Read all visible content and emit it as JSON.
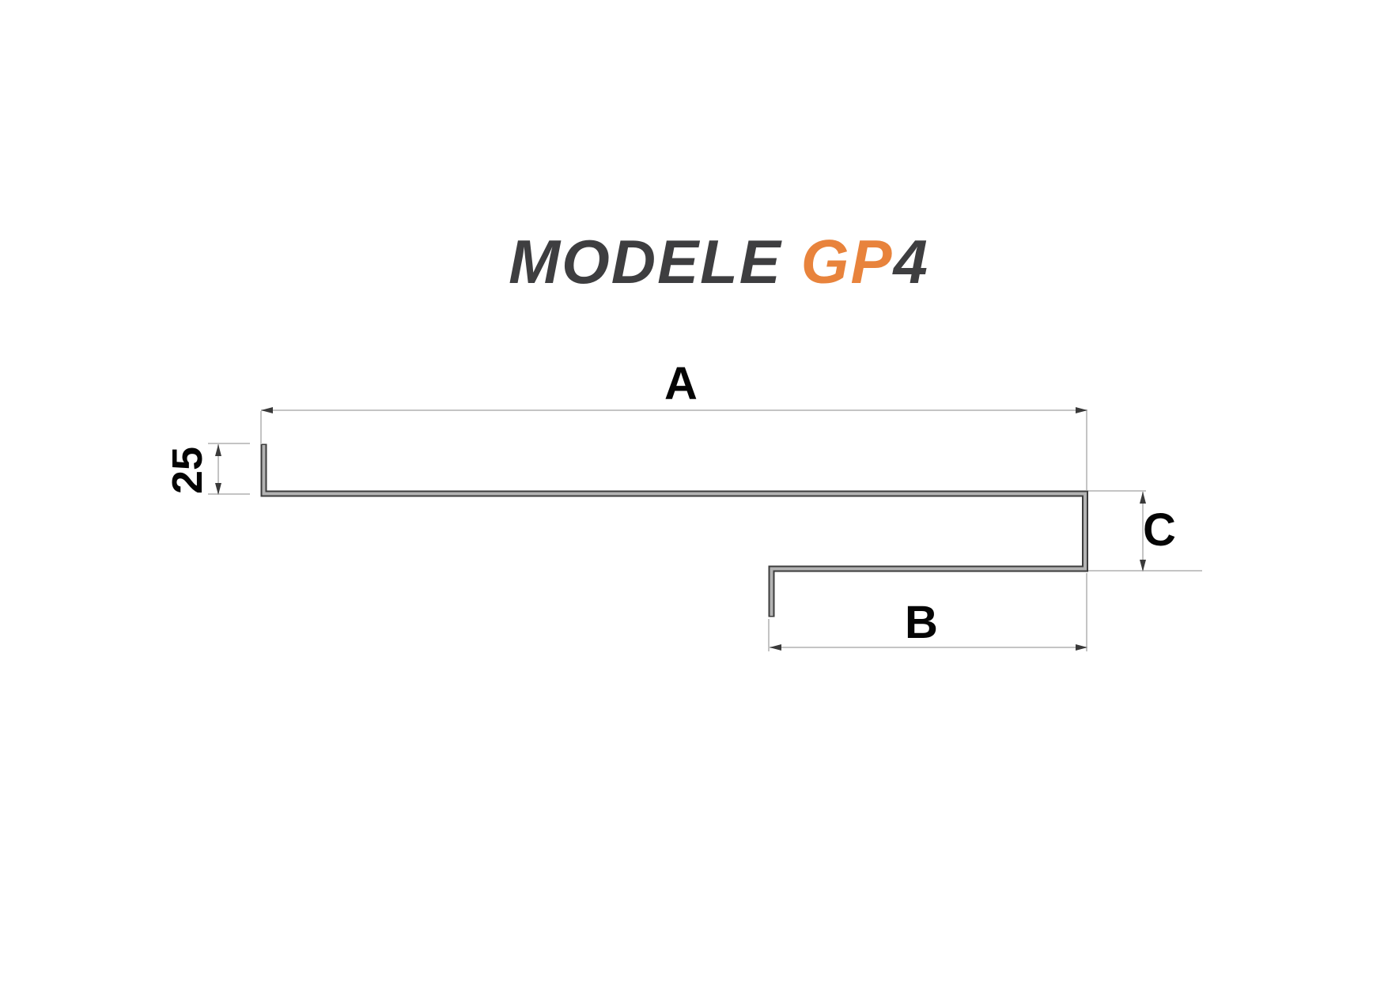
{
  "title": {
    "primary": "MODELE",
    "accent": "GP",
    "suffix": "4"
  },
  "dimensions": {
    "a_label": "A",
    "b_label": "B",
    "c_label": "C",
    "lip_label": "25"
  },
  "colors": {
    "background": "#FFFFFF",
    "title_primary": "#3E3E40",
    "title_accent": "#E8833C",
    "dim_line": "#C4C4C4",
    "arrow": "#3A3A3A",
    "profile_outline": "#3C3C3C",
    "profile_fill": "#B3B3B3",
    "label": "#050505"
  }
}
